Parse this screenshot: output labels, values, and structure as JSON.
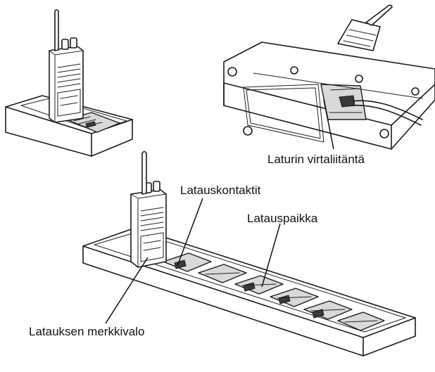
{
  "labels": {
    "power_port": "Laturin virtaliitäntä",
    "charging_contacts": "Latauskontaktit",
    "charging_slot": "Latauspaikka",
    "charge_indicator": "Latauksen merkkivalo"
  }
}
